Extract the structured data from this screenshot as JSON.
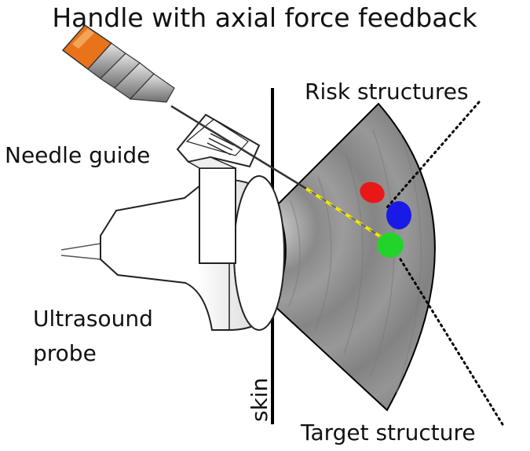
{
  "labels": {
    "title": "Handle with axial force feedback",
    "risk": "Risk structures",
    "needle_guide": "Needle guide",
    "ultrasound_line1": "Ultrasound",
    "ultrasound_line2": "probe",
    "skin": "skin",
    "target": "Target structure"
  },
  "colors": {
    "hub_orange": "#E8731A",
    "risk_red": "#E81818",
    "risk_blue": "#1A1AE6",
    "target_green": "#22D42A",
    "needle_path": "#F2E600",
    "ultrasound_gray": "#8C8C8C"
  }
}
